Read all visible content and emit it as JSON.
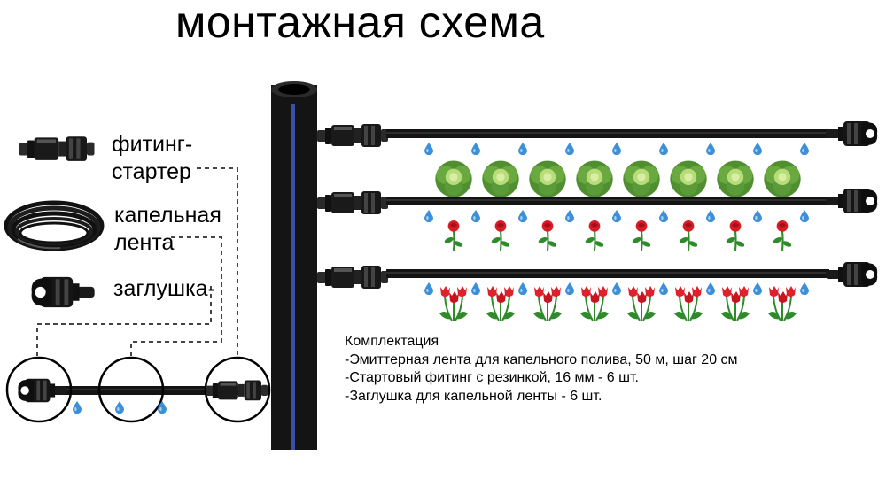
{
  "title": "монтажная схема",
  "legend": {
    "starter_label_line1": "фитинг-",
    "starter_label_line2": "стартер",
    "tape_label_line1": "капельная",
    "tape_label_line2": "лента",
    "plug_label": "заглушка-"
  },
  "kit": {
    "heading": "Комплектация",
    "items": [
      "-Эмиттерная лента для капельного полива, 50 м, шаг 20 см",
      "-Стартовый фитинг с резинкой, 16 мм - 6 шт.",
      "-Заглушка для капельной ленты - 6 шт."
    ]
  },
  "rows": [
    {
      "plant": "cabbage"
    },
    {
      "plant": "rose"
    },
    {
      "plant": "tulip"
    }
  ],
  "colors": {
    "pipe": "#141414",
    "pipe_stripe": "#3a4fa8",
    "drop": "#3d8fd8",
    "cabbage": "#6aa840",
    "flower": "#e0202a",
    "leaf": "#2e8a2a",
    "dashed": "#444444"
  }
}
